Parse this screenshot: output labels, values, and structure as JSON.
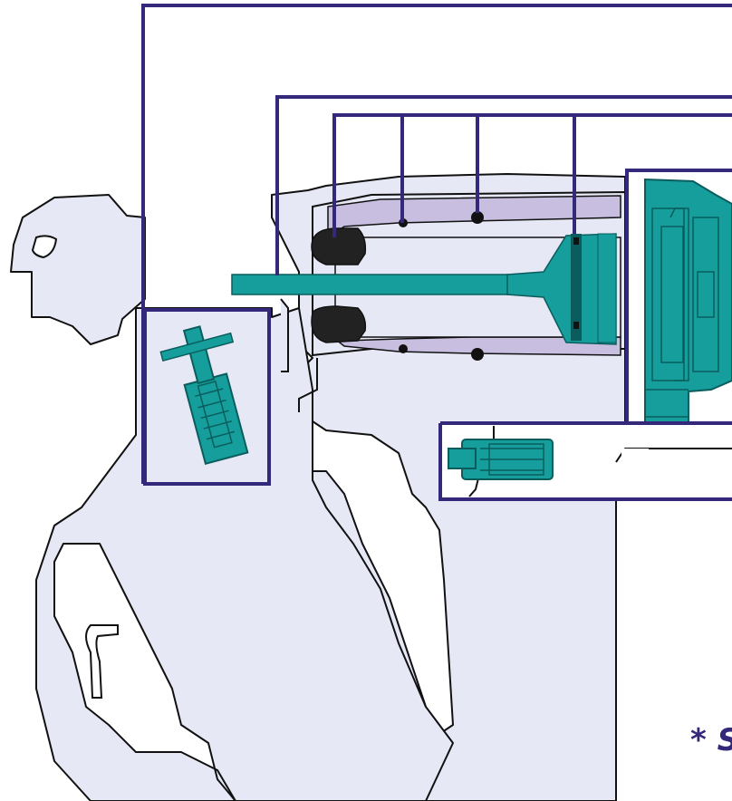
{
  "diagram": {
    "footnote": "* S",
    "colors": {
      "body_fill": "#e6e8f5",
      "outline": "#111111",
      "callout": "#34287a",
      "component": "#159e9c",
      "component_dark": "#0b5d5d",
      "seal_channel": "#c8bfe0",
      "bumper": "#222222"
    },
    "callouts": [
      {
        "target": "trigger-valve-insert"
      },
      {
        "target": "driver-blade-and-piston"
      },
      {
        "target": "o-ring-seals"
      },
      {
        "target": "cap-valve-assembly"
      },
      {
        "target": "pilot-valve-insert"
      }
    ]
  }
}
